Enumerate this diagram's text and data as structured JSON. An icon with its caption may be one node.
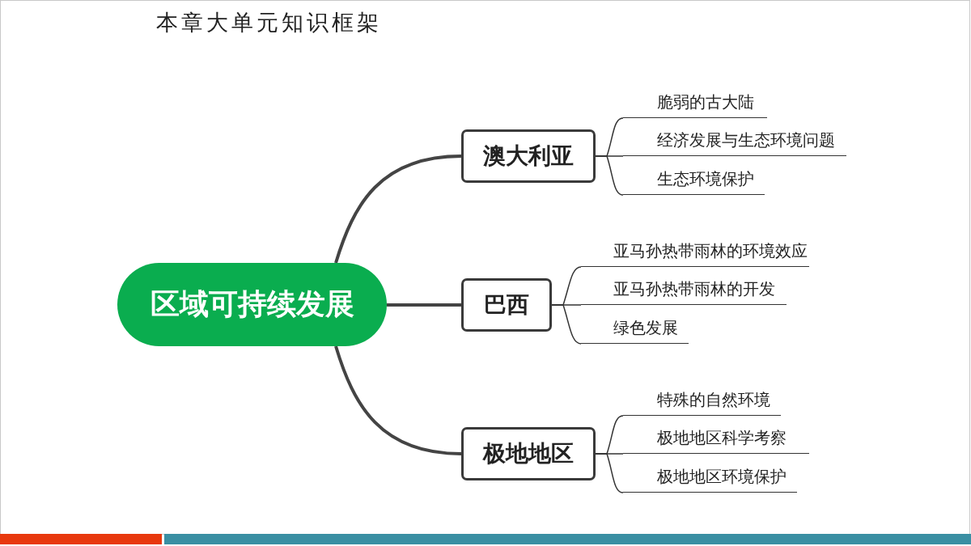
{
  "diagram": {
    "title": "本章大单元知识框架",
    "nodes": [
      {
        "text": [
          "区域可持续发展"
        ]
      },
      {
        "text": [
          "澳大利亚"
        ]
      },
      {
        "text": [
          "巴西"
        ]
      },
      {
        "text": [
          "极地地区"
        ]
      },
      {
        "text": [
          "脆弱的古大陆"
        ]
      },
      {
        "text": [
          "经济发展与生态环境问题"
        ]
      },
      {
        "text": [
          "生态环境保护"
        ]
      },
      {
        "text": [
          "亚马孙热带雨林的环境效应"
        ]
      },
      {
        "text": [
          "亚马孙热带雨林的开发"
        ]
      },
      {
        "text": [
          "绿色发展"
        ]
      },
      {
        "text": [
          "特殊的自然环境"
        ]
      },
      {
        "text": [
          "极地地区科学考察"
        ]
      },
      {
        "text": [
          "极地地区环境保护"
        ]
      }
    ],
    "edges": [
      {
        "from": 0,
        "to": 1,
        "arrow": "none",
        "style": "thick"
      },
      {
        "from": 0,
        "to": 2,
        "arrow": "none",
        "style": "thick"
      },
      {
        "from": 0,
        "to": 3,
        "arrow": "none",
        "style": "thick"
      },
      {
        "from": 1,
        "to": 4,
        "arrow": "none"
      },
      {
        "from": 1,
        "to": 5,
        "arrow": "none"
      },
      {
        "from": 1,
        "to": 6,
        "arrow": "none"
      },
      {
        "from": 2,
        "to": 7,
        "arrow": "none"
      },
      {
        "from": 2,
        "to": 8,
        "arrow": "none"
      },
      {
        "from": 2,
        "to": 9,
        "arrow": "none"
      },
      {
        "from": 3,
        "to": 10,
        "arrow": "none"
      },
      {
        "from": 3,
        "to": 11,
        "arrow": "none"
      },
      {
        "from": 3,
        "to": 12,
        "arrow": "none"
      }
    ]
  }
}
